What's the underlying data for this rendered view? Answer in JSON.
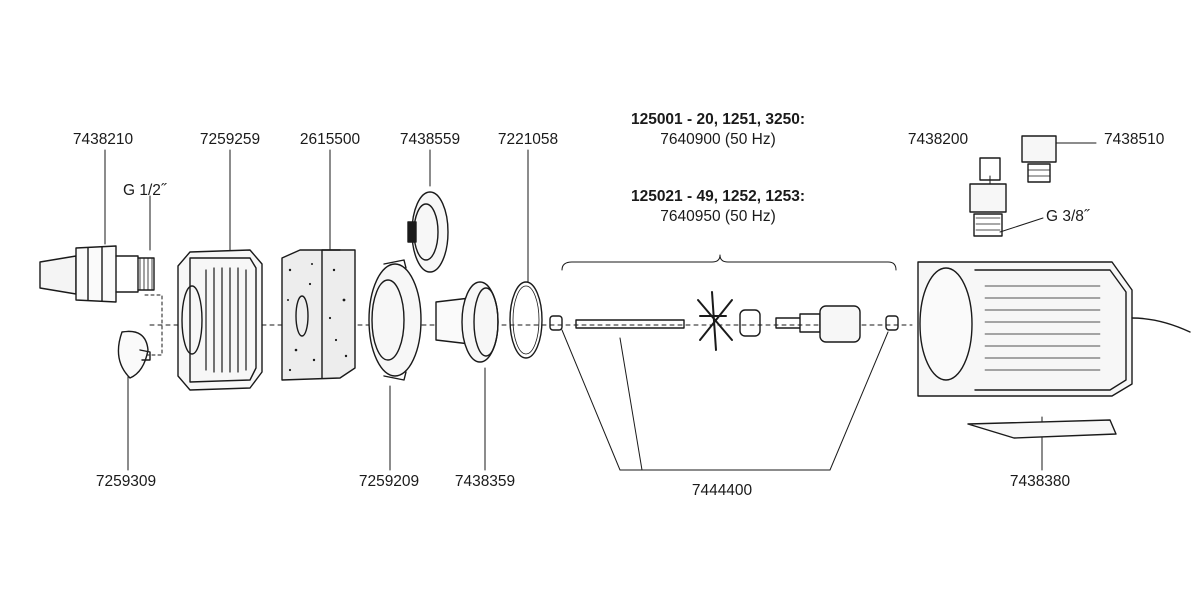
{
  "parts": {
    "fitting_left": "7438210",
    "prefilter_cage": "7259259",
    "foam": "2615500",
    "seal_top": "7438559",
    "o_ring": "7221058",
    "suction_cup": "7259309",
    "pump_cover": "7259209",
    "bearing_housing": "7438359",
    "rotor_kit": "7444400",
    "fitting_right": "7438200",
    "cap": "7438510",
    "mount_plate": "7438380"
  },
  "threads": {
    "left": "G 1/2˝",
    "right": "G 3/8˝"
  },
  "rotor_notes": {
    "model_a": "125001 - 20,  1251,  3250:",
    "rotor_a": "7640900 (50 Hz)",
    "model_b": "125021 - 49,  1252,  1253:",
    "rotor_b": "7640950 (50 Hz)"
  }
}
